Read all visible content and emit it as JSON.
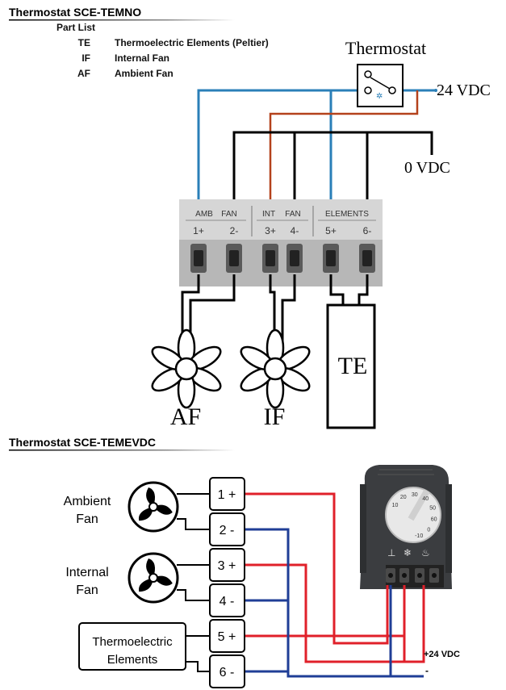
{
  "section1": {
    "title": "Thermostat SCE-TEMNO",
    "part_list_header": "Part List",
    "parts": [
      {
        "code": "TE",
        "description": "Thermoelectric Elements (Peltier)"
      },
      {
        "code": "IF",
        "description": "Internal Fan"
      },
      {
        "code": "AF",
        "description": "Ambient Fan"
      }
    ],
    "thermostat_label": "Thermostat",
    "supply_pos": "24 VDC",
    "supply_neg": "0 VDC",
    "terminal_groups": [
      "AMB",
      "FAN",
      "INT",
      "FAN",
      "ELEMENTS"
    ],
    "terminal_numbers": [
      "1+",
      "2-",
      "3+",
      "4-",
      "5+",
      "6-"
    ],
    "fan_labels": [
      "AF",
      "IF"
    ],
    "te_label": "TE"
  },
  "section2": {
    "title": "Thermostat SCE-TEMEVDC",
    "ambient_fan_label": [
      "Ambient",
      "Fan"
    ],
    "internal_fan_label": [
      "Internal",
      "Fan"
    ],
    "elements_label": [
      "Thermoelectric",
      "Elements"
    ],
    "terminals": [
      "1 +",
      "2 -",
      "3 +",
      "4 -",
      "5 +",
      "6 -"
    ],
    "supply_pos": "+24 VDC",
    "supply_neg": "-",
    "dial_numbers": [
      "10",
      "20",
      "30",
      "40",
      "50",
      "60",
      "0",
      "-10"
    ],
    "symbols": [
      "⊥",
      "❄",
      "♨"
    ]
  },
  "colors": {
    "blue_wire": "#2a7fb8",
    "brown_wire": "#b4421c",
    "red_wire": "#e0202a",
    "navy_wire": "#1f3e96",
    "black_wire": "#000000"
  }
}
